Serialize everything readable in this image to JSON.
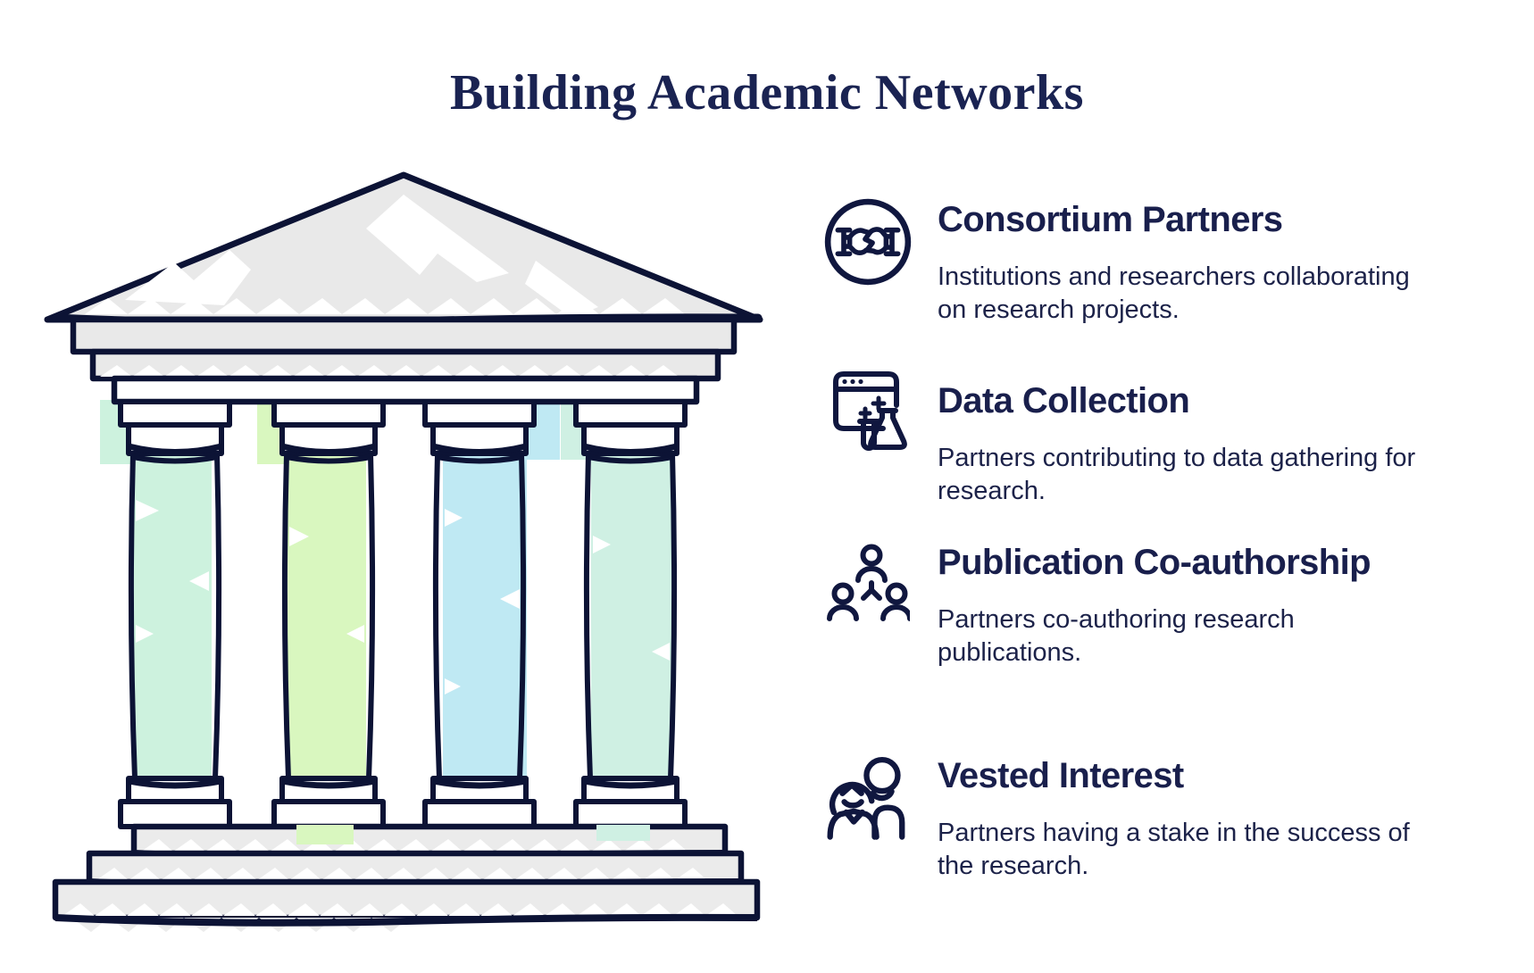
{
  "title": "Building Academic Networks",
  "illustration": {
    "name": "greek-temple",
    "outline_color": "#0c1335",
    "stone_color": "#e9e9e9",
    "pillars": [
      {
        "label": "pillar-1",
        "color": "#cdf2de"
      },
      {
        "label": "pillar-2",
        "color": "#d9f7bf"
      },
      {
        "label": "pillar-3",
        "color": "#bfe9f3"
      },
      {
        "label": "pillar-4",
        "color": "#cff0e3"
      }
    ]
  },
  "items": [
    {
      "icon": "handshake-icon",
      "heading": "Consortium Partners",
      "description": "Institutions and researchers collaborating on research projects."
    },
    {
      "icon": "data-collection-icon",
      "heading": "Data Collection",
      "description": "Partners contributing to data gathering for research."
    },
    {
      "icon": "coauthorship-icon",
      "heading": "Publication Co-authorship",
      "description": "Partners co-authoring research publications."
    },
    {
      "icon": "vested-interest-icon",
      "heading": "Vested Interest",
      "description": "Partners having a stake in the success of the research."
    }
  ],
  "text_colors": {
    "title": "#1a2352",
    "heading": "#191f4c",
    "body": "#1c2249"
  }
}
